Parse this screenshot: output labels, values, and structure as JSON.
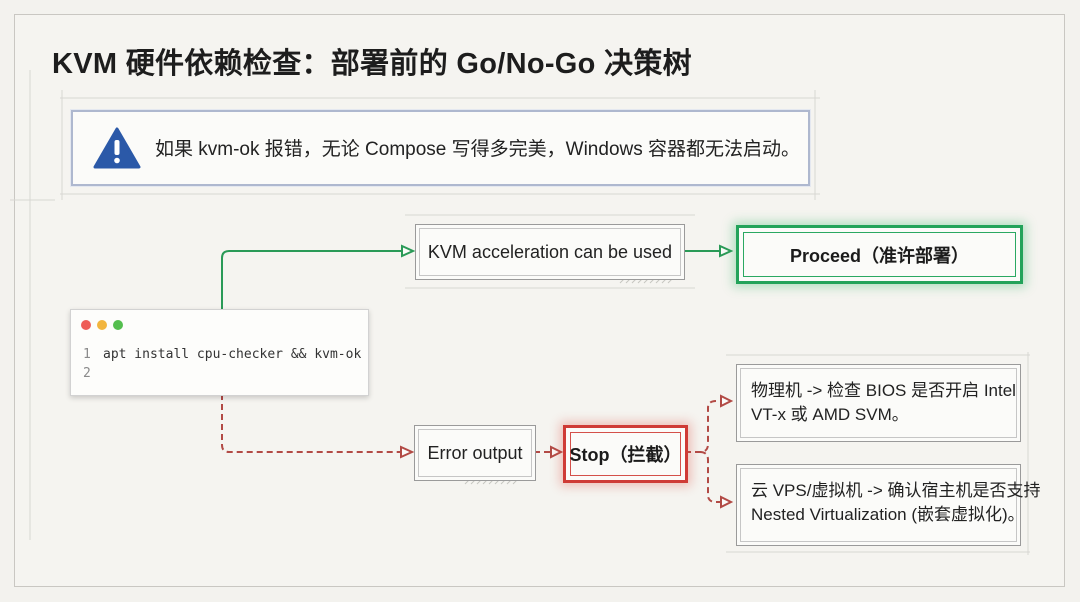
{
  "title": "KVM 硬件依赖检查：部署前的 Go/No-Go 决策树",
  "warning": {
    "icon": "warning-triangle-icon",
    "text": "如果 kvm-ok 报错，无论 Compose 写得多完美，Windows 容器都无法启动。"
  },
  "terminal": {
    "lines": [
      {
        "num": "1",
        "code": "apt install cpu-checker && kvm-ok"
      },
      {
        "num": "2",
        "code": ""
      }
    ]
  },
  "nodes": {
    "kvm_ok": "KVM acceleration can be used",
    "proceed": "Proceed（准许部署）",
    "error": "Error output",
    "stop": "Stop（拦截）",
    "fix_physical": {
      "line1": "物理机 -> 检查 BIOS 是否开启 Intel",
      "line2": "VT-x 或 AMD SVM。"
    },
    "fix_vps": {
      "line1": "云 VPS/虚拟机 -> 确认宿主机是否支持",
      "line2": "Nested Virtualization (嵌套虚拟化)。"
    }
  },
  "colors": {
    "success": "#23a35a",
    "failure": "#cf3b36",
    "warning_icon": "#2b59a8"
  }
}
